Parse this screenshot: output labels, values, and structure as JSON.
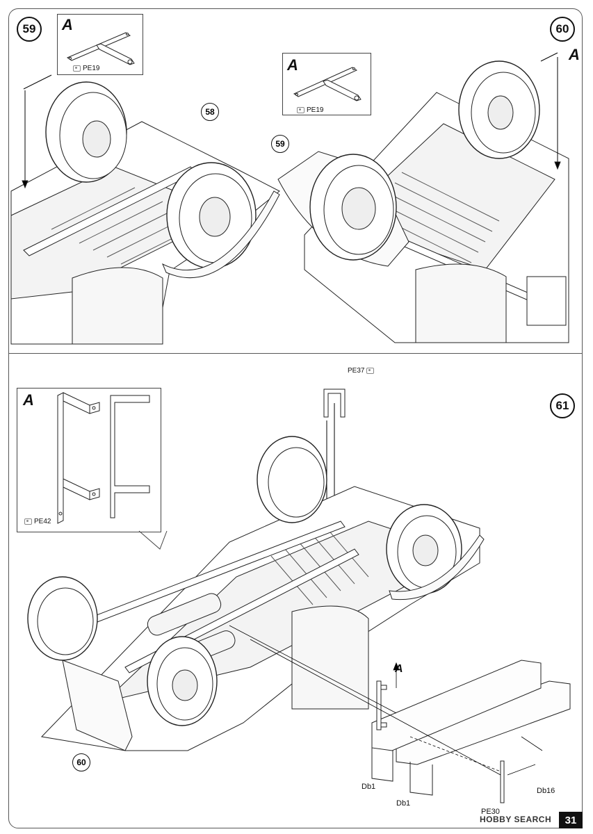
{
  "steps": {
    "s59": {
      "number": "59",
      "inset_letter": "A",
      "inset_part": "PE19",
      "callout": "58",
      "arrow_letter": ""
    },
    "s60": {
      "number": "60",
      "inset_letter": "A",
      "inset_part": "PE19",
      "callout": "59",
      "arrow_letter": "A"
    },
    "s61": {
      "number": "61",
      "inset_letter": "A",
      "inset_part": "PE42",
      "top_part": "PE37",
      "callout": "60",
      "arrow_letter": "A",
      "parts": {
        "db1_a": "Db1",
        "db1_b": "Db1",
        "db16": "Db16",
        "pe30": "PE30"
      }
    }
  },
  "footer": {
    "watermark": "HOBBY SEARCH",
    "page_number": "31"
  }
}
